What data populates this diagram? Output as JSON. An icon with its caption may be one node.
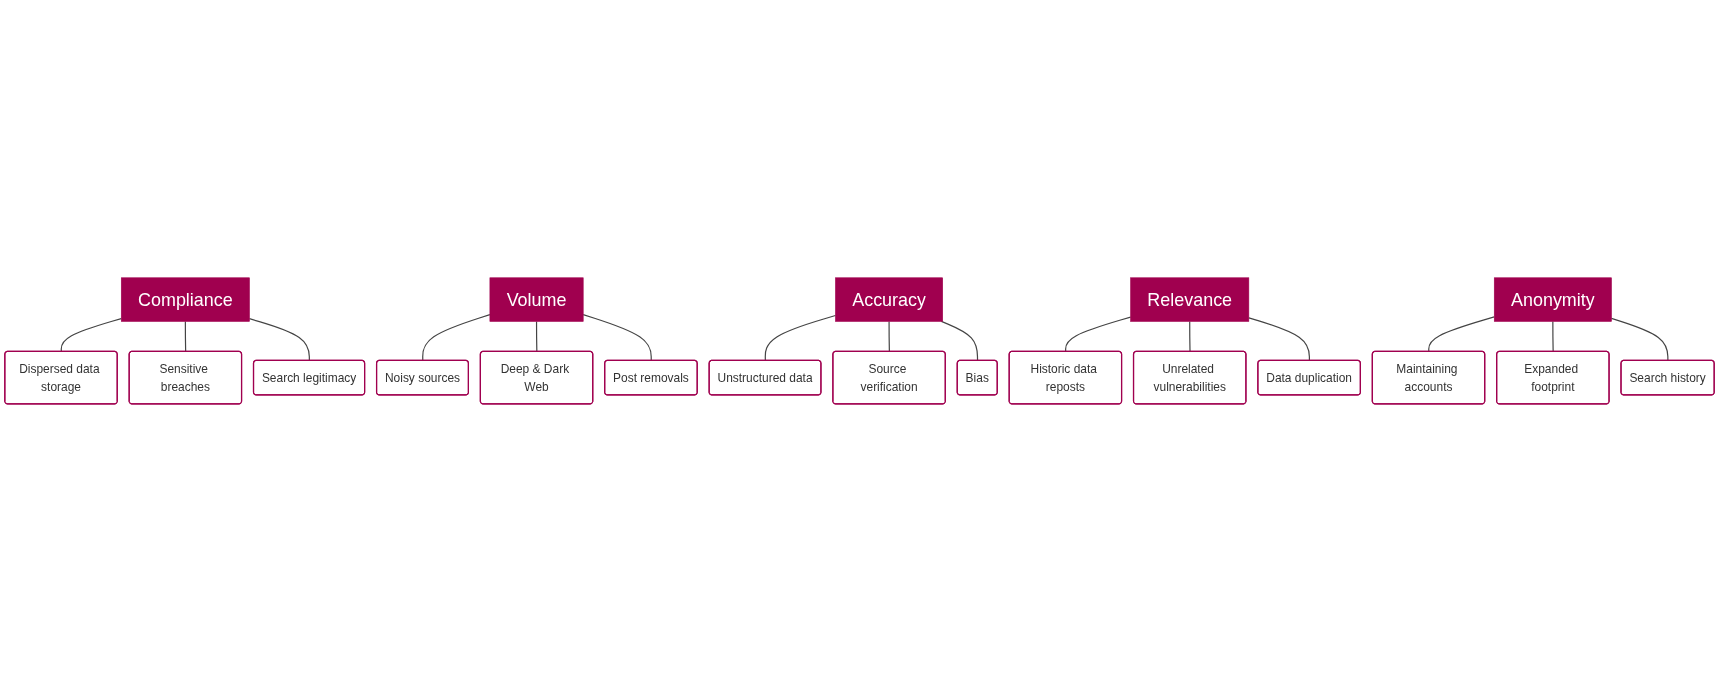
{
  "diagram": {
    "nodes": [
      {
        "text": [
          "Compliance"
        ]
      },
      {
        "text": [
          "Dispersed data storage"
        ]
      },
      {
        "text": [
          "Sensitive breaches"
        ]
      },
      {
        "text": [
          "Search legitimacy"
        ]
      },
      {
        "text": [
          "Volume"
        ]
      },
      {
        "text": [
          "Noisy sources"
        ]
      },
      {
        "text": [
          "Deep & Dark Web"
        ]
      },
      {
        "text": [
          "Post removals"
        ]
      },
      {
        "text": [
          "Accuracy"
        ]
      },
      {
        "text": [
          "Unstructured data"
        ]
      },
      {
        "text": [
          "Source verification"
        ]
      },
      {
        "text": [
          "Bias"
        ]
      },
      {
        "text": [
          "Relevance"
        ]
      },
      {
        "text": [
          "Historic data reposts"
        ]
      },
      {
        "text": [
          "Unrelated vulnerabilities"
        ]
      },
      {
        "text": [
          "Data duplication"
        ]
      },
      {
        "text": [
          "Anonymity"
        ]
      },
      {
        "text": [
          "Maintaining accounts"
        ]
      },
      {
        "text": [
          "Expanded footprint"
        ]
      },
      {
        "text": [
          "Search history"
        ]
      }
    ],
    "edges": [
      {
        "from": 0,
        "to": 1,
        "arrow": "none"
      },
      {
        "from": 0,
        "to": 2,
        "arrow": "none"
      },
      {
        "from": 0,
        "to": 3,
        "arrow": "none"
      },
      {
        "from": 4,
        "to": 5,
        "arrow": "none"
      },
      {
        "from": 4,
        "to": 6,
        "arrow": "none"
      },
      {
        "from": 4,
        "to": 7,
        "arrow": "none"
      },
      {
        "from": 8,
        "to": 9,
        "arrow": "none"
      },
      {
        "from": 8,
        "to": 10,
        "arrow": "none"
      },
      {
        "from": 8,
        "to": 11,
        "arrow": "none"
      },
      {
        "from": 12,
        "to": 13,
        "arrow": "none"
      },
      {
        "from": 12,
        "to": 14,
        "arrow": "none"
      },
      {
        "from": 12,
        "to": 15,
        "arrow": "none"
      },
      {
        "from": 16,
        "to": 17,
        "arrow": "none"
      },
      {
        "from": 16,
        "to": 18,
        "arrow": "none"
      },
      {
        "from": 16,
        "to": 19,
        "arrow": "none"
      }
    ]
  }
}
